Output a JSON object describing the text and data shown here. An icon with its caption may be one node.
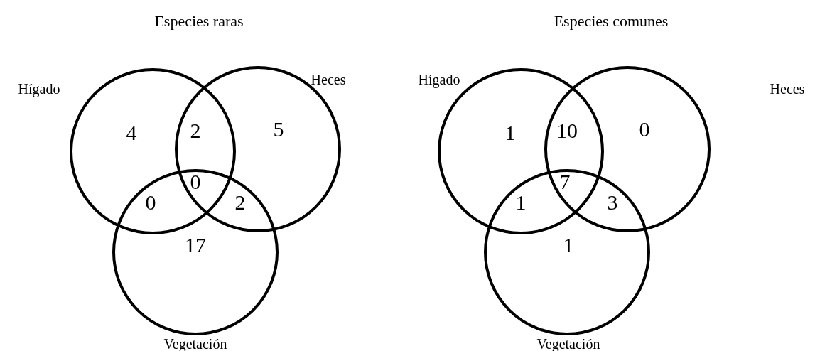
{
  "diagram": {
    "nodes": [
      {
        "text": [
          "Hígado"
        ]
      },
      {
        "text": [
          "Heces"
        ]
      },
      {
        "text": [
          "Vegetación"
        ]
      },
      {
        "text": [
          "Hígado"
        ]
      },
      {
        "text": [
          "Heces"
        ]
      },
      {
        "text": [
          "Vegetación"
        ]
      }
    ],
    "labels": [
      "Especies raras",
      "4",
      "2",
      "5",
      "0",
      "0",
      "2",
      "17",
      "Especies comunes",
      "1",
      "10",
      "0",
      "7",
      "1",
      "3",
      "1"
    ]
  }
}
